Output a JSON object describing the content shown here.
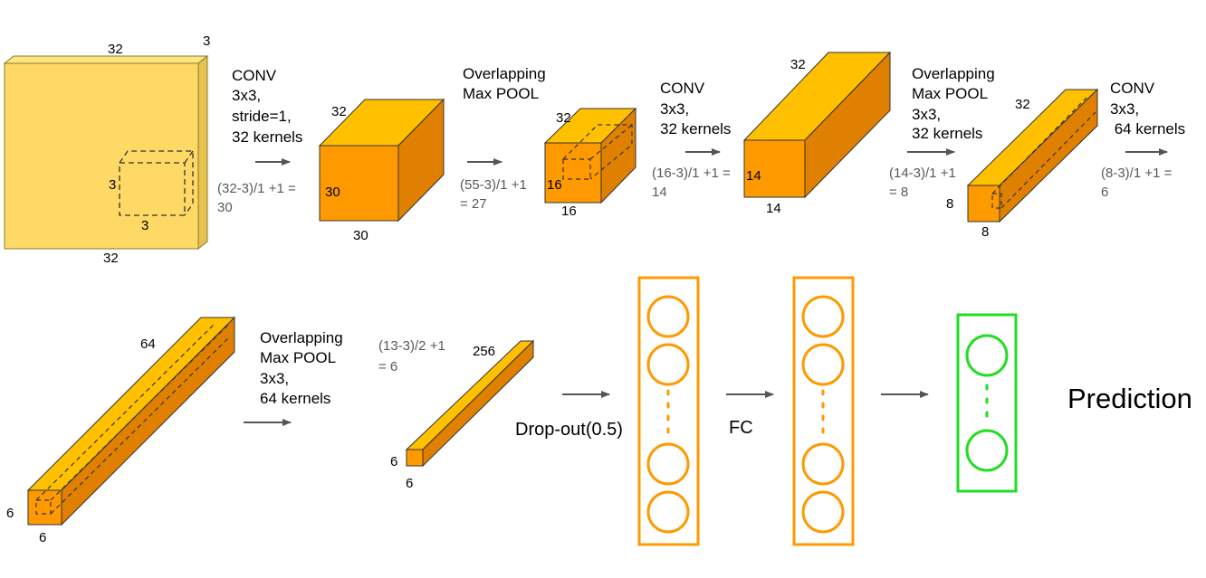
{
  "input_volume": {
    "top_width": "32",
    "depth": "3",
    "left_kernel": "3",
    "bottom_kernel": "3",
    "bottom_width": "32"
  },
  "stage1": {
    "op": [
      "CONV",
      "3x3,",
      "stride=1,",
      "32 kernels"
    ],
    "formula": [
      "(32-3)/1 +1  =",
      "30"
    ],
    "dims": {
      "depth": "32",
      "height": "30",
      "width": "30"
    }
  },
  "stage2": {
    "op": [
      "Overlapping",
      "Max POOL"
    ],
    "formula": [
      "(55-3)/1 +1",
      "= 27"
    ],
    "dims": {
      "depth": "32",
      "height": "16",
      "width": "16"
    }
  },
  "stage3": {
    "op": [
      "CONV",
      "3x3,",
      "32 kernels"
    ],
    "formula": [
      "(16-3)/1 +1  =",
      "14"
    ],
    "dims": {
      "depth": "32",
      "height": "14",
      "width": "14"
    }
  },
  "stage4": {
    "op": [
      "Overlapping",
      "Max POOL",
      "3x3,",
      "32 kernels"
    ],
    "formula": [
      "(14-3)/1 +1",
      "= 8"
    ],
    "dims": {
      "depth": "32",
      "height": "8",
      "width": "8"
    }
  },
  "stage5": {
    "op": [
      "CONV",
      "3x3,",
      " 64 kernels"
    ],
    "formula": [
      "(8-3)/1 +1  =",
      "6"
    ]
  },
  "row2_volume": {
    "depth": "64",
    "height": "6",
    "width": "6"
  },
  "stage6": {
    "op": [
      "Overlapping",
      "Max POOL",
      "3x3,",
      "64 kernels"
    ],
    "formula": [
      "(13-3)/2 +1",
      "= 6"
    ],
    "dims": {
      "depth": "256",
      "height": "6",
      "width": "6"
    }
  },
  "dropout_label": "Drop-out(0.5)",
  "fc_label": "FC",
  "prediction_label": "Prediction",
  "colors": {
    "yellow_face": "#FFD966",
    "orange_front": "#FF9900",
    "gold_top": "#FFC000",
    "orange_side": "#E08000",
    "layer_border": "#FF9900",
    "output_border": "#22DD22",
    "arrow": "#555555"
  }
}
